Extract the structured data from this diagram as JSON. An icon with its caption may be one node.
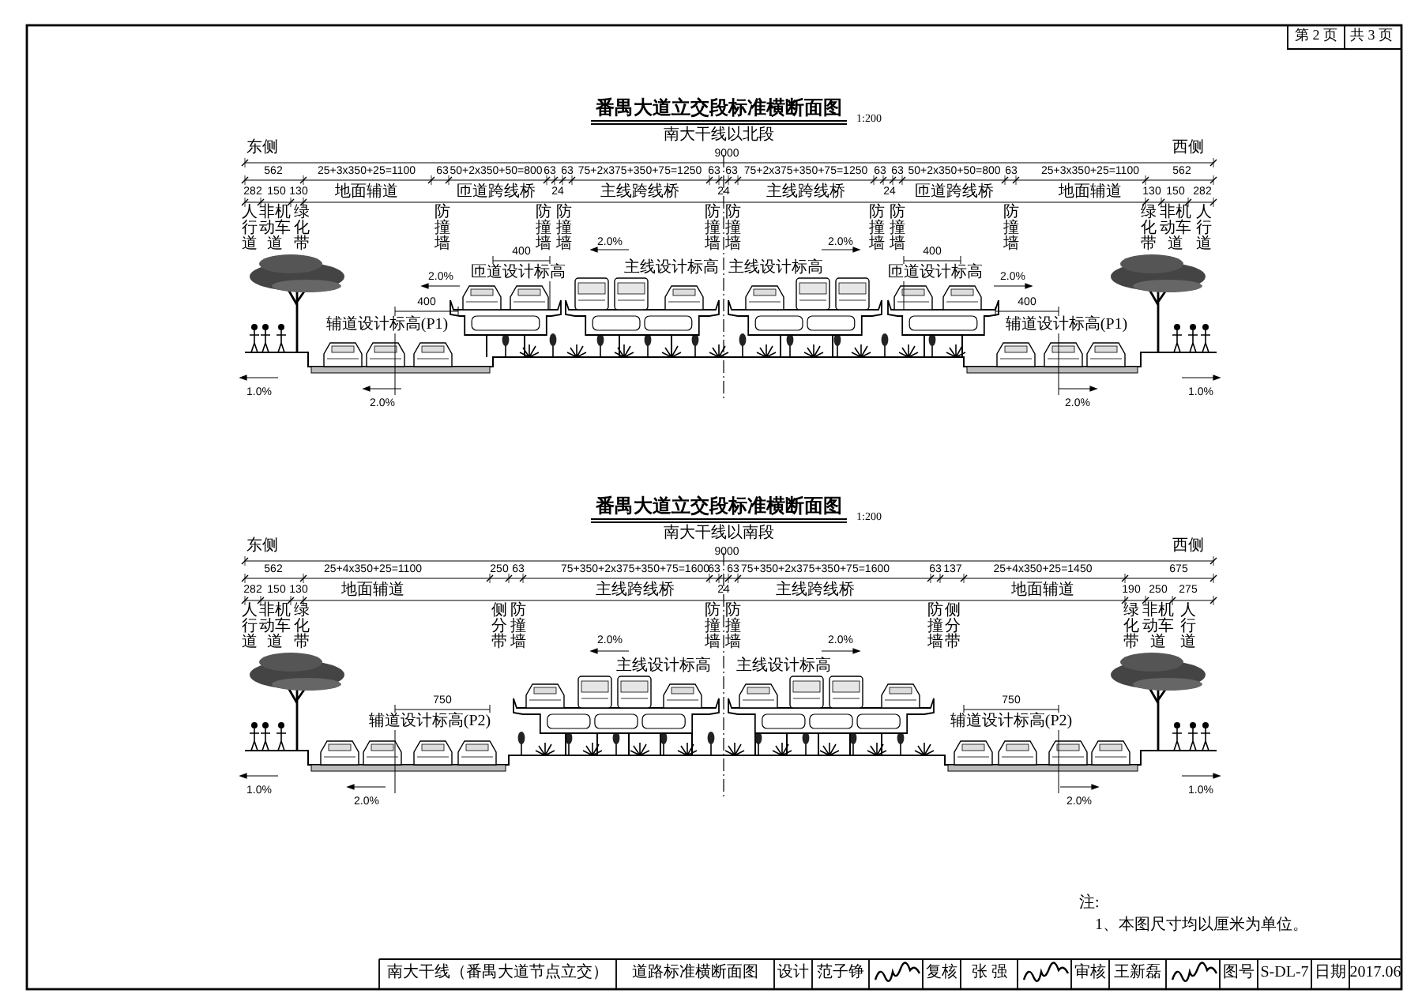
{
  "diagram": {
    "labels": [
      "第 2 页",
      "共 3 页",
      "番禺大道立交段标准横断面图",
      "1:200",
      "南大干线以北段",
      "东侧",
      "西侧",
      "9000",
      "562",
      "25+3x350+25=1100",
      "63",
      "50+2x350+50=800",
      "63",
      "63",
      "75+2x375+350+75=1250",
      "63",
      "63",
      "75+2x375+350+75=1250",
      "63",
      "63",
      "50+2x350+50=800",
      "63",
      "25+3x350+25=1100",
      "562",
      "282",
      "150",
      "130",
      "地面辅道",
      "匝道跨线桥",
      "24",
      "主线跨线桥",
      "24",
      "主线跨线桥",
      "24",
      "匝道跨线桥",
      "地面辅道",
      "130",
      "150",
      "282",
      "人行道",
      "非机动车道",
      "绿化带",
      "防撞墙",
      "防撞墙",
      "防撞墙",
      "防撞墙",
      "防撞墙",
      "防撞墙",
      "防撞墙",
      "防撞墙",
      "绿化带",
      "非机动车道",
      "人行道",
      "2.0%",
      "400",
      "匝道设计标高",
      "2.0%",
      "主线设计标高",
      "主线设计标高",
      "2.0%",
      "400",
      "匝道设计标高",
      "2.0%",
      "400",
      "辅道设计标高(P1)",
      "400",
      "辅道设计标高(P1)",
      "1.0%",
      "2.0%",
      "2.0%",
      "1.0%",
      "番禺大道立交段标准横断面图",
      "1:200",
      "南大干线以南段",
      "东侧",
      "西侧",
      "9000",
      "562",
      "25+4x350+25=1100",
      "250",
      "63",
      "75+350+2x375+350+75=1600",
      "63",
      "63",
      "75+350+2x375+350+75=1600",
      "63",
      "137",
      "25+4x350+25=1450",
      "675",
      "282",
      "150",
      "130",
      "地面辅道",
      "主线跨线桥",
      "24",
      "主线跨线桥",
      "地面辅道",
      "190",
      "250",
      "275",
      "人行道",
      "非机动车道",
      "绿化带",
      "侧分带",
      "防撞墙",
      "防撞墙",
      "防撞墙",
      "防撞墙",
      "侧分带",
      "绿化带",
      "非机动车道",
      "人行道",
      "2.0%",
      "主线设计标高",
      "主线设计标高",
      "2.0%",
      "750",
      "辅道设计标高(P2)",
      "750",
      "辅道设计标高(P2)",
      "1.0%",
      "2.0%",
      "2.0%",
      "1.0%",
      "注:",
      "1、本图尺寸均以厘米为单位。",
      "南大干线（番禺大道节点立交）",
      "道路标准横断面图",
      "设计",
      "范子铮",
      "复核",
      "张 强",
      "审核",
      "王新磊",
      "图号",
      "S-DL-7",
      "日期",
      "2017.06"
    ]
  }
}
